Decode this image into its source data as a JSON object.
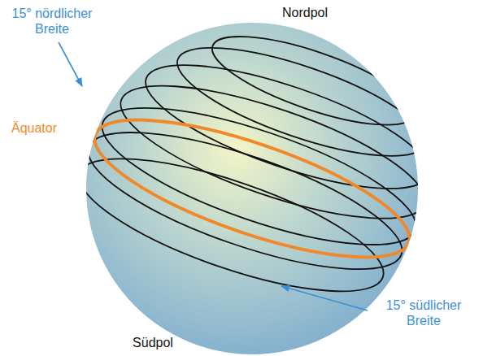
{
  "diagram": {
    "labels": [
      "Nordpol",
      "15° nördlicher Breite",
      "Äquator",
      "15° südlicher Breite",
      "Südpol"
    ]
  }
}
